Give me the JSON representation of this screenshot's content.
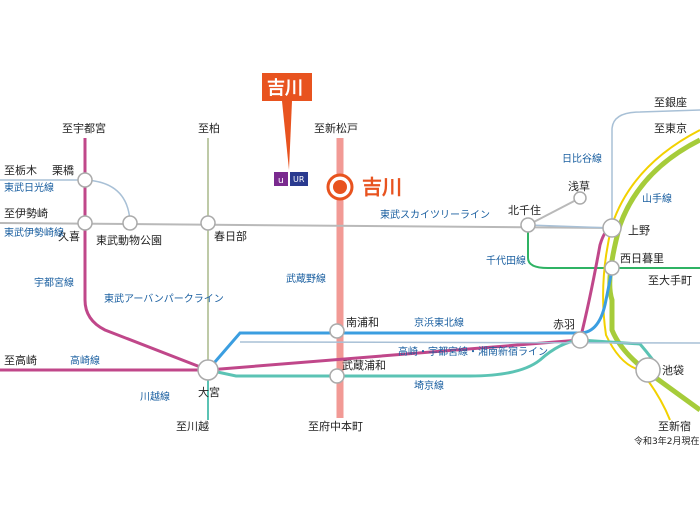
{
  "target_station": {
    "name": "吉川",
    "callout_label": "吉川",
    "ur_label": "UR"
  },
  "directions": {
    "utsunomiya": "至宇都宮",
    "kashiwa": "至柏",
    "shinmatsudo": "至新松戸",
    "tochigi": "至栃木",
    "isesaki": "至伊勢崎",
    "takasaki": "至高崎",
    "kawagoe": "至川越",
    "fuchu_hommachi": "至府中本町",
    "ginza": "至銀座",
    "tokyo": "至東京",
    "otemachi": "至大手町",
    "shinjuku": "至新宿"
  },
  "stations": {
    "kurihashi": "栗橋",
    "kuki": "久喜",
    "tobu_dobutsu_koen": "東武動物公園",
    "kasukabe": "春日部",
    "minami_urawa": "南浦和",
    "musashi_urawa": "武蔵浦和",
    "omiya": "大宮",
    "akabane": "赤羽",
    "kita_senju": "北千住",
    "asakusa": "浅草",
    "ueno": "上野",
    "nishi_nippori": "西日暮里",
    "ikebukuro": "池袋"
  },
  "lines": {
    "tobu_nikko": "東武日光線",
    "tobu_isesaki": "東武伊勢崎線",
    "utsunomiya": "宇都宮線",
    "tobu_urban_park": "東武アーバンパークライン",
    "takasaki": "高崎線",
    "kawagoe": "川越線",
    "musashino": "武蔵野線",
    "tobu_skytree": "東武スカイツリーライン",
    "hibiya": "日比谷線",
    "chiyoda": "千代田線",
    "yamanote": "山手線",
    "keihin_tohoku": "京浜東北線",
    "takasaki_shonan": "高崎・宇都宮線・湘南新宿ライン",
    "saikyo": "埼京線"
  },
  "note": "令和3年2月現在",
  "colors": {
    "musashino": "#f29a95",
    "utsunomiya": "#c0478a",
    "keihin_tohoku": "#3b9ee0",
    "saikyo": "#5bc3b4",
    "yamanote": "#a6cc3a",
    "yamanote_inner": "#f2d100",
    "chiyoda": "#2fb364",
    "hibiya": "#a8c0d6",
    "tobu": "#b9b9b9",
    "urban_park": "#a8b88a",
    "accent": "#e8531f",
    "label_blue": "#1a5fa0"
  }
}
